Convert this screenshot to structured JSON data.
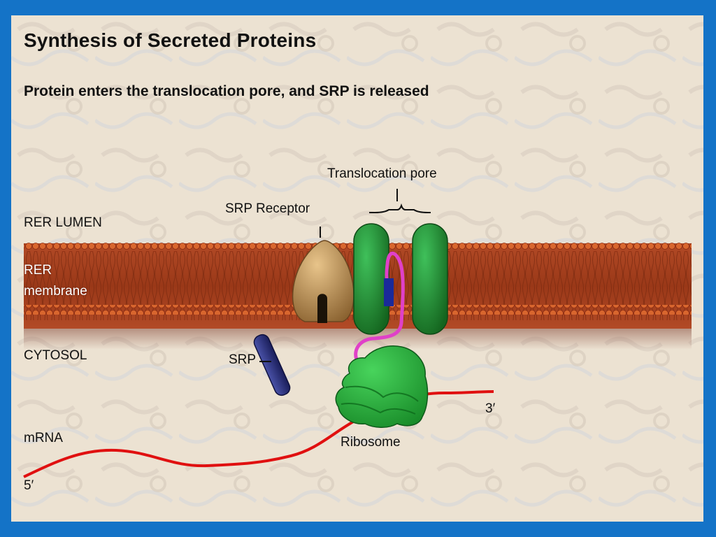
{
  "title": "Synthesis of Secreted Proteins",
  "subtitle": "Protein enters the translocation pore, and SRP is released",
  "labels": {
    "rer_lumen": "RER LUMEN",
    "rer_membrane_line1": "RER",
    "rer_membrane_line2": "membrane",
    "cytosol": "CYTOSOL",
    "mrna": "mRNA",
    "five_prime": "5′",
    "three_prime": "3′",
    "srp": "SRP",
    "srp_receptor": "SRP Receptor",
    "translocation_pore": "Translocation pore",
    "ribosome": "Ribosome"
  },
  "colors": {
    "frame": "#1473c7",
    "background": "#ece2d2",
    "membrane": "#a8401f",
    "membrane_heads": "#d2602c",
    "pore": "#1f8a2c",
    "ribosome": "#2aa83a",
    "receptor": "#b88a4a",
    "srp": "#2a2f7a",
    "peptide": "#e040c8",
    "signal_sequence": "#1a2a9a",
    "mrna": "#e01010"
  }
}
